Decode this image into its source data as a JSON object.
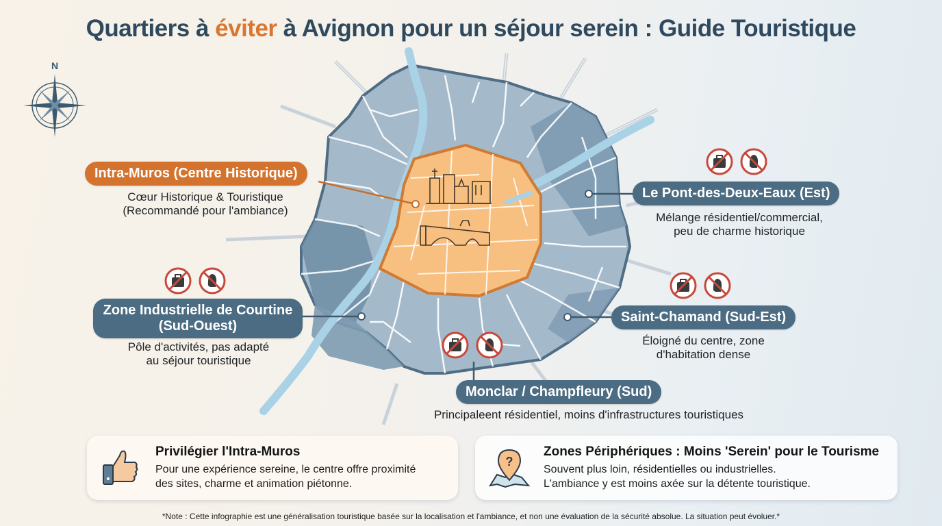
{
  "title": {
    "before": "Quartiers à ",
    "accent": "éviter",
    "after": " à Avignon pour un séjour serein : Guide Touristique"
  },
  "compass": {
    "north_label": "N"
  },
  "colors": {
    "title": "#2f4a5e",
    "accent": "#d9772f",
    "label_blue": "#4b6c82",
    "label_orange": "#d4732e",
    "center_zone": "#f7c081",
    "outer_zone": "#9db3c5",
    "outer_zone_dark": "#6f8ea6",
    "river": "#a9d2e6",
    "ban_red": "#c8473a"
  },
  "zones": [
    {
      "id": "intra-muros",
      "label": "Intra-Muros (Centre Historique)",
      "description_line1": "Cœur Historique & Touristique",
      "description_line2": "(Recommandé pour l'ambiance)",
      "type": "recommended"
    },
    {
      "id": "pont-des-deux-eaux",
      "label": "Le Pont-des-Deux-Eaux (Est)",
      "description_line1": "Mélange résidentiel/commercial,",
      "description_line2": "peu de charme historique",
      "type": "avoid"
    },
    {
      "id": "courtine",
      "label_line1": "Zone Industrielle de Courtine",
      "label_line2": "(Sud-Ouest)",
      "description_line1": "Pôle d'activités, pas adapté",
      "description_line2": "au séjour touristique",
      "type": "avoid"
    },
    {
      "id": "saint-chamand",
      "label": "Saint-Chamand (Sud-Est)",
      "description_line1": "Éloigné du centre, zone",
      "description_line2": "d'habitation dense",
      "type": "avoid"
    },
    {
      "id": "monclar",
      "label": "Monclar / Champfleury (Sud)",
      "description_line1": "Principaleent résidentiel, moins d'infrastructures touristiques",
      "type": "avoid"
    }
  ],
  "ban_icons": [
    "no-luggage-icon",
    "no-tourist-icon"
  ],
  "cards": [
    {
      "icon": "thumbs-up-icon",
      "title": "Privilégier l'Intra-Muros",
      "line1": "Pour une expérience sereine, le centre offre proximité",
      "line2": "des sites, charme et animation piétonne."
    },
    {
      "icon": "map-pin-question-icon",
      "title": "Zones Périphériques : Moins 'Serein' pour le Tourisme",
      "line1": "Souvent plus loin, résidentielles ou industrielles.",
      "line2": "L'ambiance y est moins axée sur la détente touristique."
    }
  ],
  "note": "*Note : Cette infographie est une généralisation touristique basée sur la localisation et l'ambiance, et non une évaluation de la sécurité absolue. La situation peut évoluer.*"
}
